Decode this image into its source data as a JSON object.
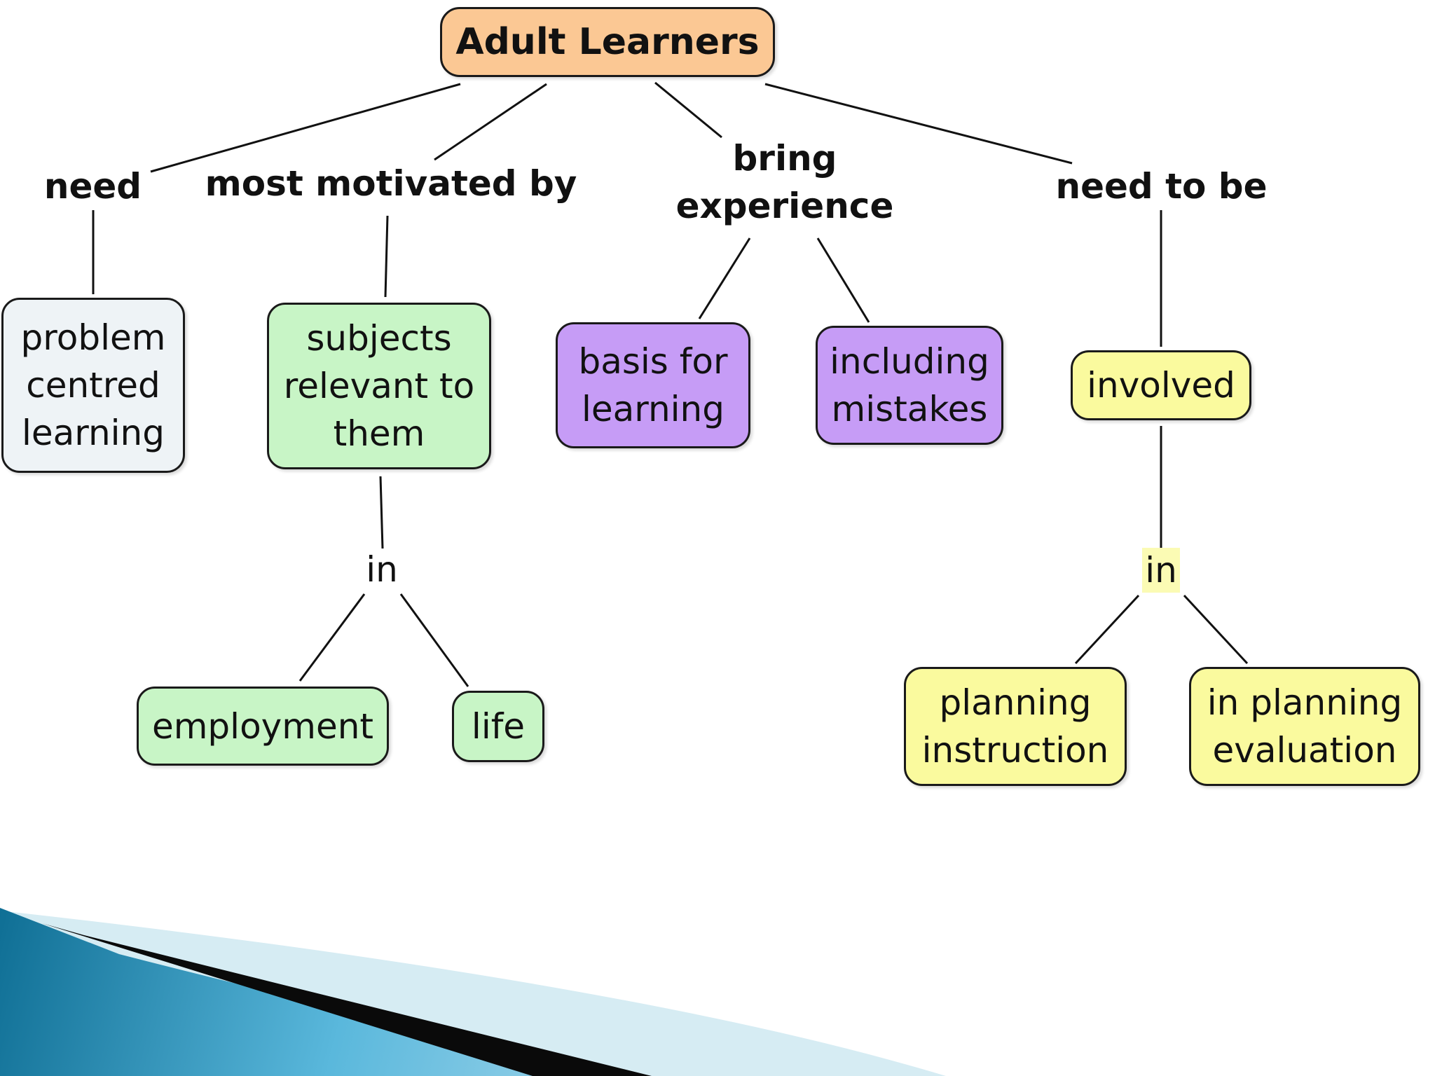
{
  "diagram": {
    "root": {
      "label": "Adult Learners",
      "color": "#fbc894"
    },
    "linking_phrases": {
      "need": "need",
      "most_motivated_by": "most motivated by",
      "bring_experience": "bring\nexperience",
      "need_to_be": "need to be",
      "in_relevant": "in",
      "in_involved": "in"
    },
    "concepts": {
      "problem_centred_learning": {
        "label": "problem\ncentred\nlearning",
        "color": "#eef3f6"
      },
      "subjects_relevant": {
        "label": "subjects\nrelevant to\nthem",
        "color": "#c8f5c6"
      },
      "basis_for_learning": {
        "label": "basis for\nlearning",
        "color": "#c69cf6"
      },
      "including_mistakes": {
        "label": "including\nmistakes",
        "color": "#c69cf6"
      },
      "involved": {
        "label": "involved",
        "color": "#fafa9e"
      },
      "employment": {
        "label": "employment",
        "color": "#c8f5c6"
      },
      "life": {
        "label": "life",
        "color": "#c8f5c6"
      },
      "planning_instruction": {
        "label": "planning\ninstruction",
        "color": "#fafa9e"
      },
      "in_planning_evaluation": {
        "label": "in planning\nevaluation",
        "color": "#fafa9e"
      }
    },
    "highlight_color": "#fbfbb4",
    "line_color": "#111111",
    "decor_colors": [
      "#0f6f95",
      "#5ab8dc",
      "#d6ecf3",
      "#0a0a0a"
    ]
  }
}
